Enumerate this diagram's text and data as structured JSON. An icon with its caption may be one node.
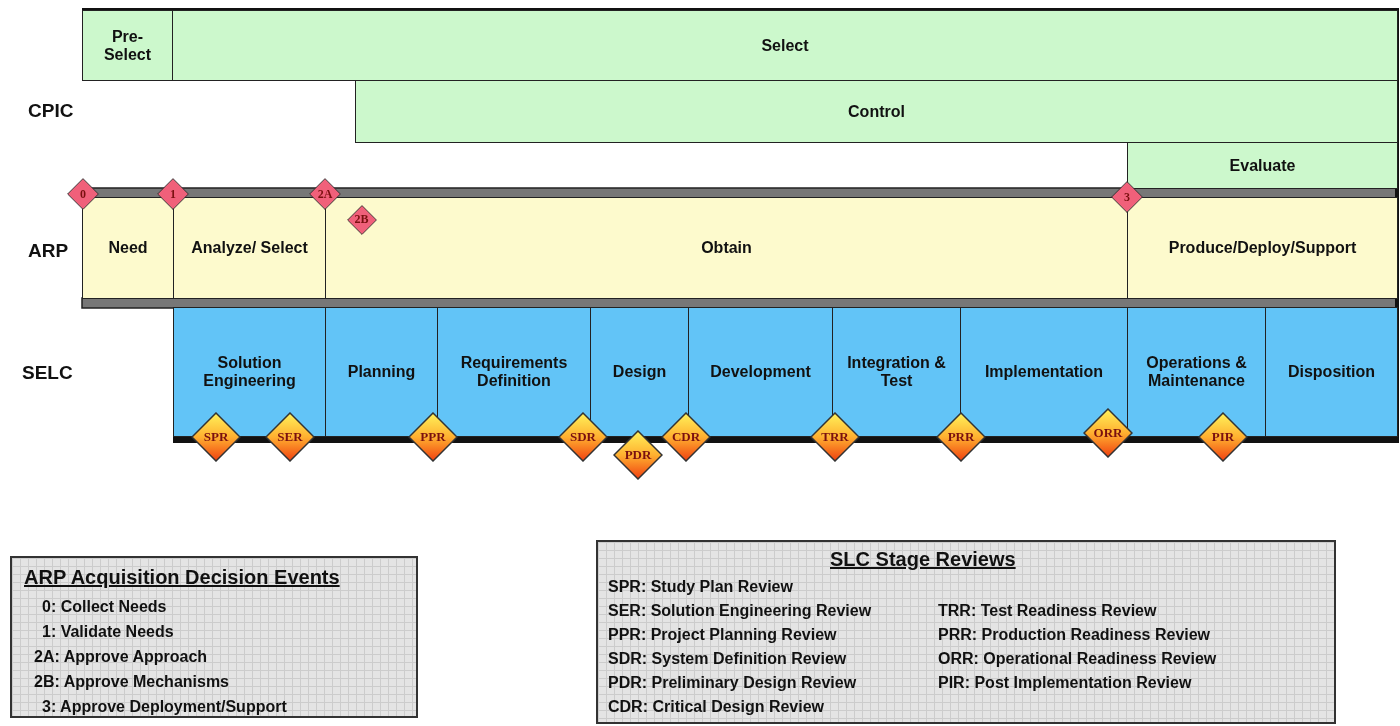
{
  "diagram": {
    "nodes": [
      {
        "text": [
          "Pre- Select"
        ]
      },
      {
        "text": [
          "Select"
        ]
      },
      {
        "text": [
          "Control"
        ]
      },
      {
        "text": [
          "Evaluate"
        ]
      },
      {
        "text": [
          "0"
        ]
      },
      {
        "text": [
          "1"
        ]
      },
      {
        "text": [
          "2A"
        ]
      },
      {
        "text": [
          "3"
        ]
      },
      {
        "text": [
          "2B"
        ],
        "in": 11
      },
      {
        "text": [
          "Need"
        ]
      },
      {
        "text": [
          "Analyze/ Select"
        ]
      },
      {
        "text": [
          "Obtain"
        ]
      },
      {
        "text": [
          "Produce/Deploy/Support"
        ]
      },
      {
        "text": [
          "Solution Engineering"
        ]
      },
      {
        "text": [
          "Planning"
        ]
      },
      {
        "text": [
          "Requirements Definition"
        ]
      },
      {
        "text": [
          "Design"
        ]
      },
      {
        "text": [
          "Development"
        ]
      },
      {
        "text": [
          "Integration & Test"
        ]
      },
      {
        "text": [
          "Implementation"
        ]
      },
      {
        "text": [
          "Operations & Maintenance"
        ]
      },
      {
        "text": [
          "Disposition"
        ]
      },
      {
        "text": [
          "SPR"
        ]
      },
      {
        "text": [
          "SER"
        ]
      },
      {
        "text": [
          "PPR"
        ]
      },
      {
        "text": [
          "SDR"
        ]
      },
      {
        "text": [
          "PDR"
        ]
      },
      {
        "text": [
          "CDR"
        ]
      },
      {
        "text": [
          "TRR"
        ]
      },
      {
        "text": [
          "PRR"
        ]
      },
      {
        "text": [
          "ORR"
        ]
      },
      {
        "text": [
          "PIR"
        ]
      },
      {
        "text": [
          "ARP Acquisition Decision Events",
          "0: Collect Needs",
          "1: Validate Needs",
          "2A: Approve Approach",
          "2B: Approve Mechanisms",
          "3:  Approve Deployment/Support"
        ]
      },
      {
        "text": [
          "SLC Stage Reviews",
          "SPR: Study Plan Review",
          "SER: Solution Engineering Review",
          "TRR: Test Readiness Review",
          "PPR: Project Planning Review",
          "PRR: Production Readiness Review",
          "SDR:  System Definition Review",
          "ORR: Operational Readiness Review",
          "PDR: Preliminary Design Review",
          "PIR: Post Implementation Review",
          "CDR: Critical Design Review"
        ]
      }
    ],
    "edges": [],
    "labels": [
      "CPIC",
      "ARP",
      "SELC"
    ]
  }
}
